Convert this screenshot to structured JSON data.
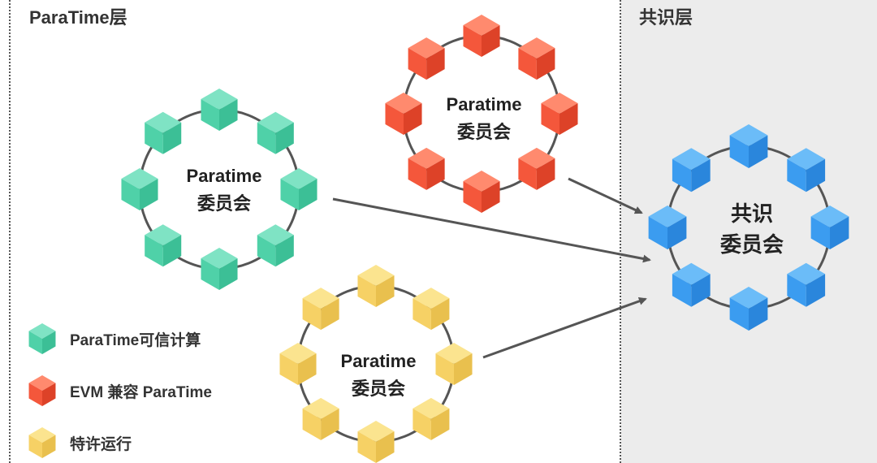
{
  "layers": {
    "paratime_title": "ParaTime层",
    "consensus_title": "共识层"
  },
  "colors": {
    "green": [
      "#7fe3c4",
      "#4fd1a8",
      "#3cbf96"
    ],
    "red": [
      "#ff8a6e",
      "#f4573b",
      "#dd4228"
    ],
    "yellow": [
      "#fbe48f",
      "#f6d165",
      "#e9c04e"
    ],
    "blue": [
      "#6bbcf8",
      "#3b9cf0",
      "#2a86dc"
    ],
    "ring": "#555555",
    "arrow": "#555555",
    "panel": "#ececec"
  },
  "committees": [
    {
      "id": "green",
      "line1": "Paratime",
      "line2": "委员会"
    },
    {
      "id": "red",
      "line1": "Paratime",
      "line2": "委员会"
    },
    {
      "id": "yellow",
      "line1": "Paratime",
      "line2": "委员会"
    },
    {
      "id": "blue",
      "line1": "共识",
      "line2": "委员会"
    }
  ],
  "legend": [
    {
      "color": "green",
      "label": "ParaTime可信计算"
    },
    {
      "color": "red",
      "label": "EVM 兼容 ParaTime"
    },
    {
      "color": "yellow",
      "label": "特许运行"
    }
  ]
}
